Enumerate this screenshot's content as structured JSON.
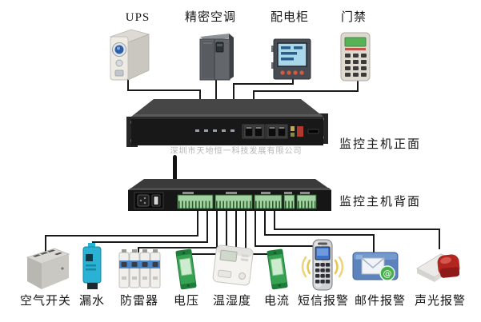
{
  "watermark": "深圳市天地恒一科技发展有限公司",
  "racks": {
    "front_label": "监控主机正面",
    "back_label": "监控主机背面"
  },
  "top_devices": [
    {
      "id": "ups",
      "label": "UPS"
    },
    {
      "id": "precision-ac",
      "label": "精密空调"
    },
    {
      "id": "power-distribution",
      "label": "配电柜"
    },
    {
      "id": "access-control",
      "label": "门禁"
    }
  ],
  "bottom_devices": [
    {
      "id": "air-switch",
      "label": "空气开关"
    },
    {
      "id": "water-leak",
      "label": "漏水"
    },
    {
      "id": "lightning-protector",
      "label": "防雷器"
    },
    {
      "id": "voltage",
      "label": "电压"
    },
    {
      "id": "temp-humidity",
      "label": "温湿度"
    },
    {
      "id": "current",
      "label": "电流"
    },
    {
      "id": "sms-alarm",
      "label": "短信报警"
    },
    {
      "id": "email-alarm",
      "label": "邮件报警"
    },
    {
      "id": "sound-light-alarm",
      "label": "声光报警"
    }
  ],
  "colors": {
    "wire": "#1a1a1a",
    "rack_body": "#181818",
    "rack_top": "#404040",
    "terminal_green_light": "#a3d3a3",
    "terminal_green_dark": "#2c5e2e",
    "leak_cyan": "#2ab2d4",
    "module_green": "#35a352",
    "lcd_blue": "#a8d8ea",
    "screen_green": "#57b257",
    "phone_screen_blue": "#3b71c8",
    "signal_yellow": "#e7c64f",
    "mail_blue": "#5d83bd",
    "mail_badge_green": "#47b04b",
    "siren_red": "#b3251f"
  }
}
